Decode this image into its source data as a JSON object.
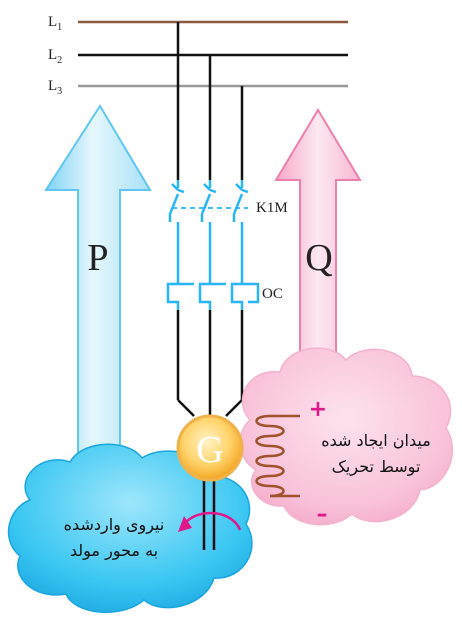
{
  "lines": {
    "l1": {
      "letter": "L",
      "sub": "1",
      "color": "#8B5A3C"
    },
    "l2": {
      "letter": "L",
      "sub": "2",
      "color": "#111111"
    },
    "l3": {
      "letter": "L",
      "sub": "3",
      "color": "#999999"
    }
  },
  "arrows": {
    "p_label": "P",
    "q_label": "Q",
    "p_color": "#4FC3F7",
    "q_color": "#F06292"
  },
  "contactor_label": "K1M",
  "overcurrent_label": "OC",
  "generator_label": "G",
  "excitation": {
    "plus": "+",
    "minus": "–",
    "text_line1": "میدان ایجاد شده",
    "text_line2": "توسط تحریک"
  },
  "shaft": {
    "text_line1": "نیروی واردشده",
    "text_line2": "به محور مولد"
  },
  "colors": {
    "circuit_blue": "#29B6F6",
    "generator_orange": "#F9A825",
    "coil_brown": "#A0522D",
    "magenta": "#E0188C"
  }
}
